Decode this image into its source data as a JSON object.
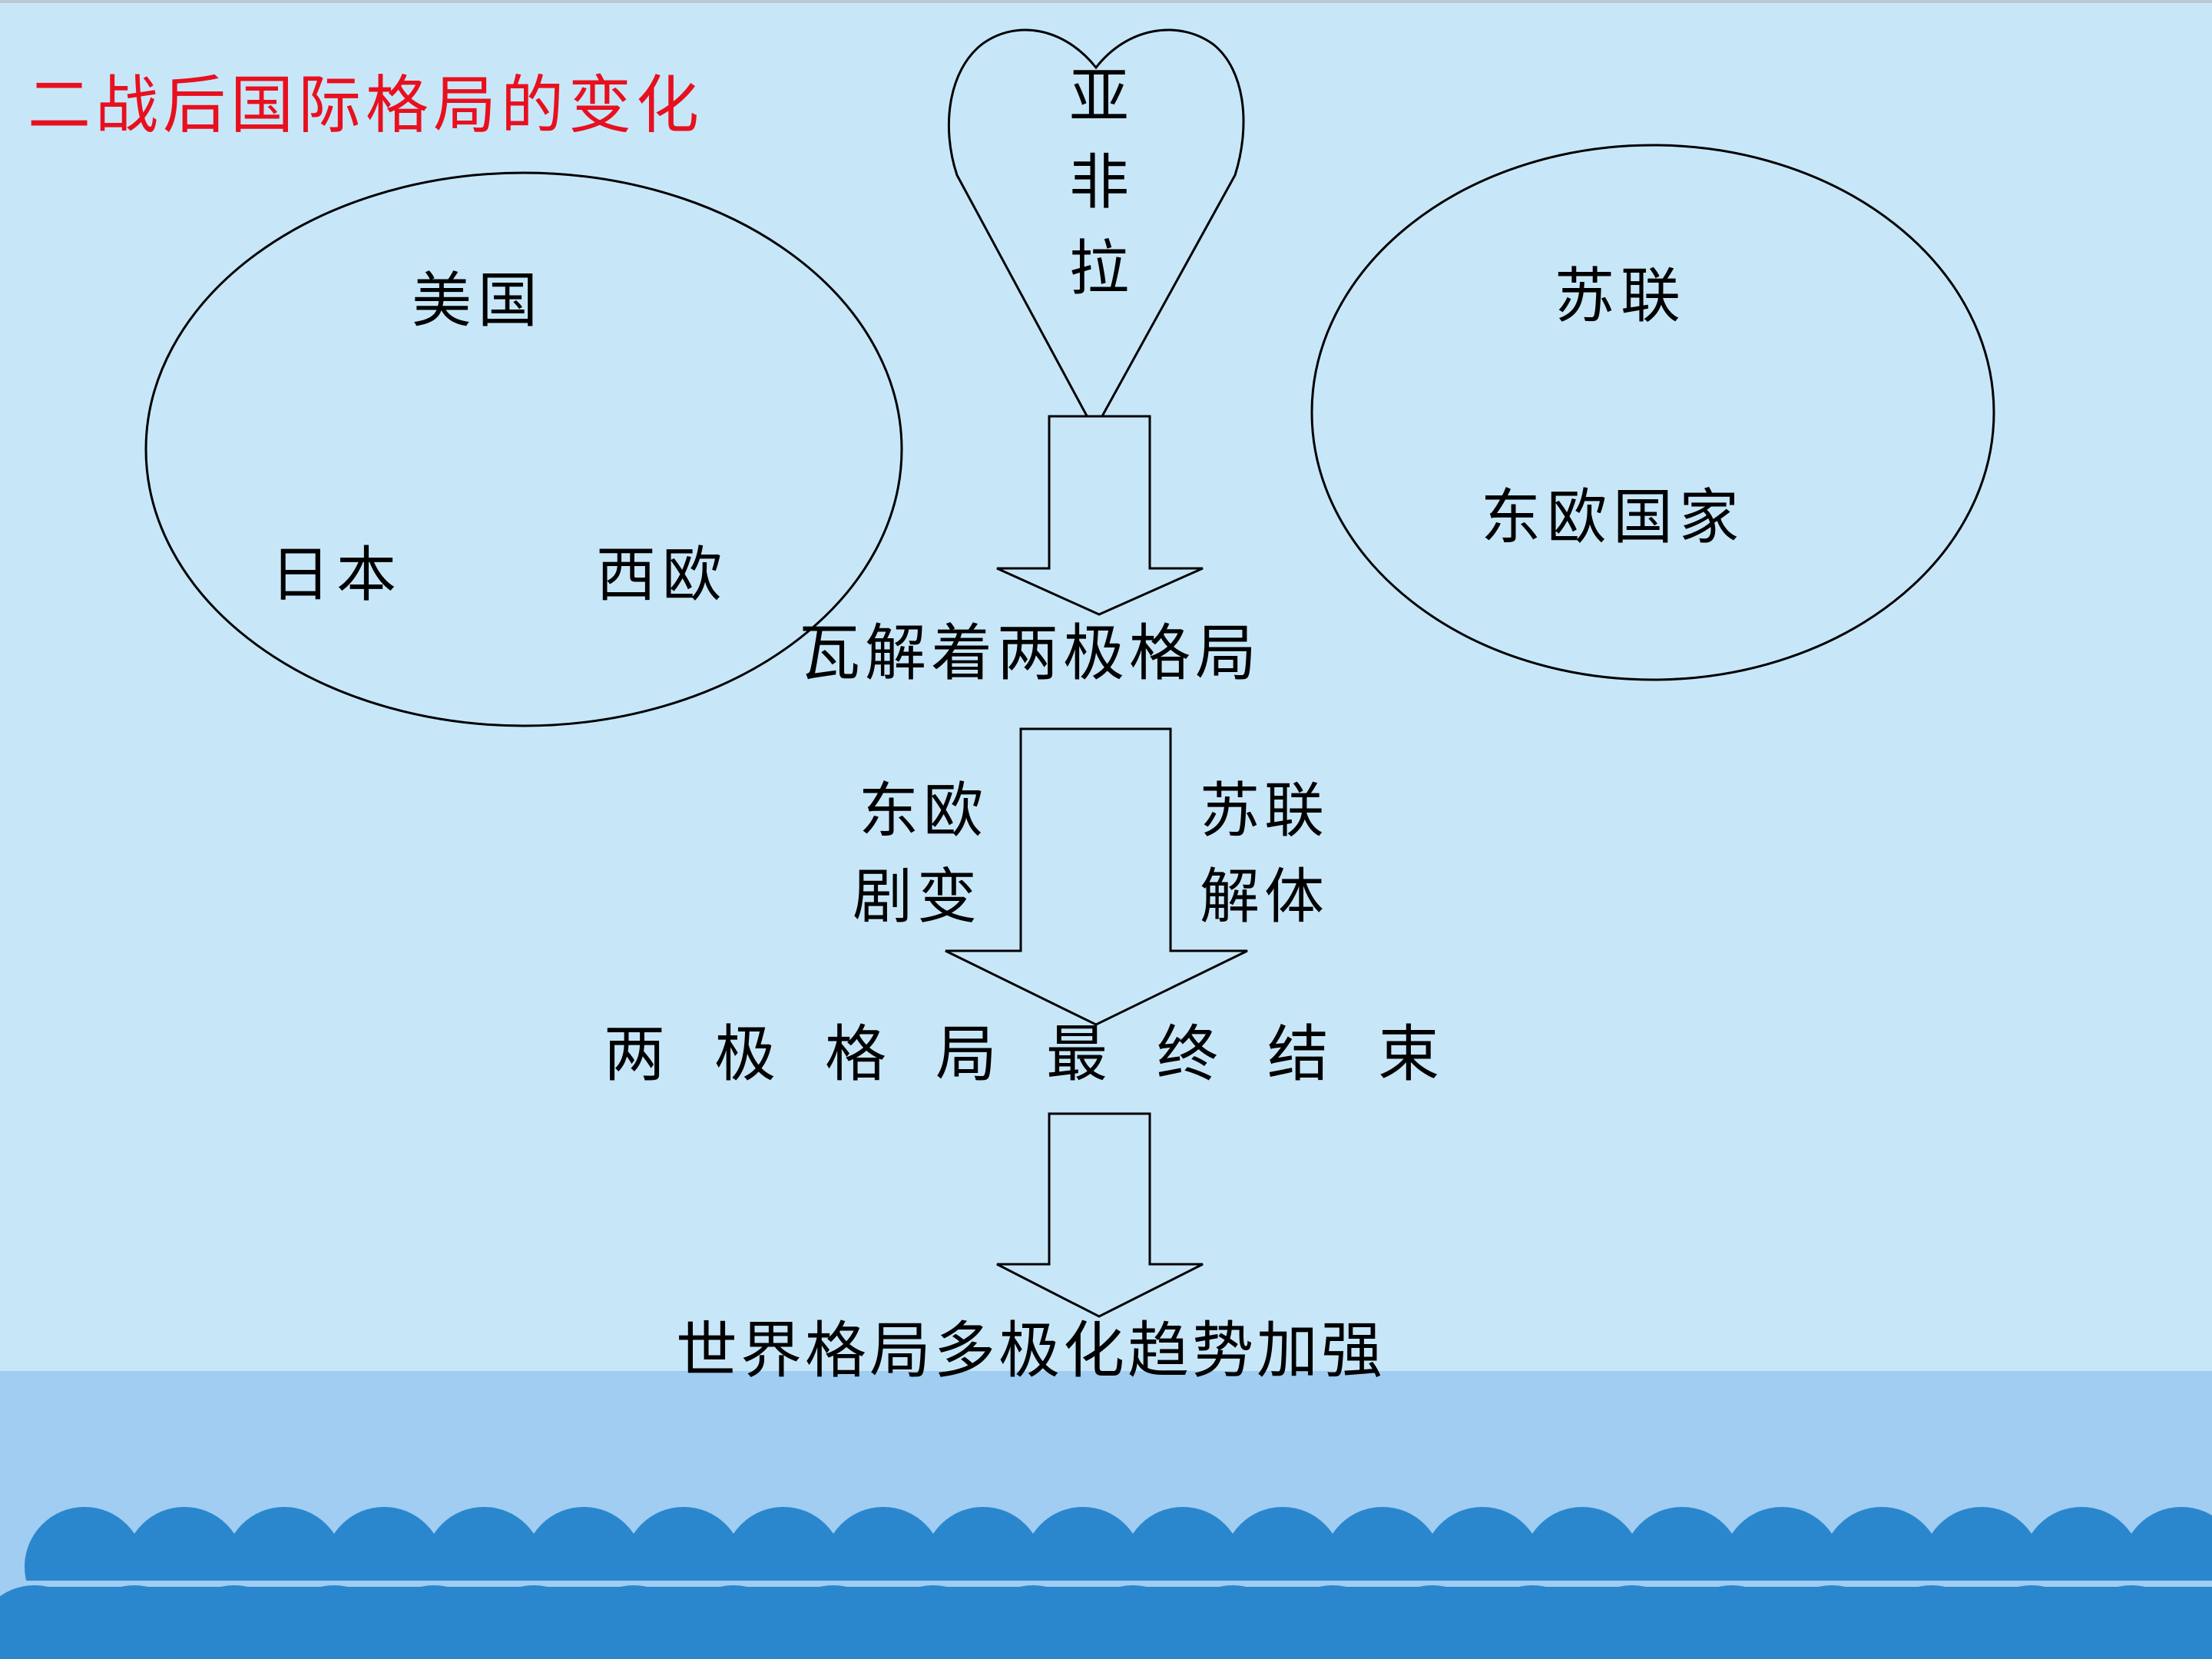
{
  "slide": {
    "title": "二战后国际格局的变化",
    "left_bloc": {
      "main": "美国",
      "member_a": "日本",
      "member_b": "西欧"
    },
    "right_bloc": {
      "main": "苏联",
      "member": "东欧国家"
    },
    "third_world": {
      "line1": "亚",
      "line2": "非",
      "line3": "拉"
    },
    "step1": "瓦解着两极格局",
    "cause_left": {
      "line1": "东欧",
      "line2": "剧变"
    },
    "cause_right": {
      "line1": "苏联",
      "line2": "解体"
    },
    "step2": "两极格局最终结束",
    "step3": "世界格局多极化趋势加强"
  },
  "colors": {
    "background": "#c7e7f9",
    "band": "#a0cdf1",
    "wave": "#2b87cd",
    "title": "#e8101e"
  }
}
